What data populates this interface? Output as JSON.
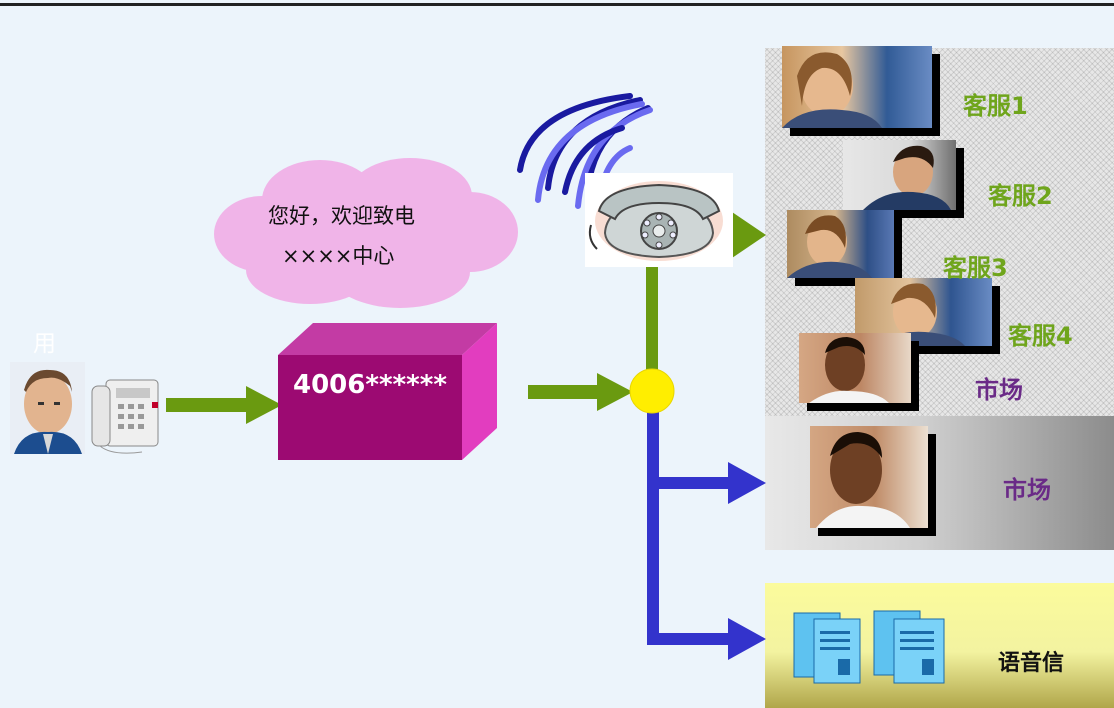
{
  "user": {
    "label": "用"
  },
  "greeting": {
    "line1": "您好，欢迎致电",
    "line2": "××××中心"
  },
  "switch_box": {
    "number": "4006******"
  },
  "agents": [
    {
      "label": "客服1",
      "color": "#6fa51c"
    },
    {
      "label": "客服2",
      "color": "#6fa51c"
    },
    {
      "label": "客服3",
      "color": "#6fa51c"
    },
    {
      "label": "客服4",
      "color": "#6fa51c"
    },
    {
      "label": "市场",
      "color": "#6a2a87"
    }
  ],
  "marketing": {
    "label": "市场"
  },
  "voicemail": {
    "label": "语音信"
  },
  "colors": {
    "background": "#ecf4fb",
    "arrow_green": "#6a9a10",
    "arrow_blue": "#3333cc",
    "junction": "#ffee00",
    "box_front": "#9c0a72",
    "box_top": "#d63cae",
    "cloud": "#f0b4e8"
  },
  "icons": [
    "user-photo",
    "desk-phone-icon",
    "ringing-phone-icon",
    "wave-icon",
    "server-icon",
    "agent-photo"
  ]
}
